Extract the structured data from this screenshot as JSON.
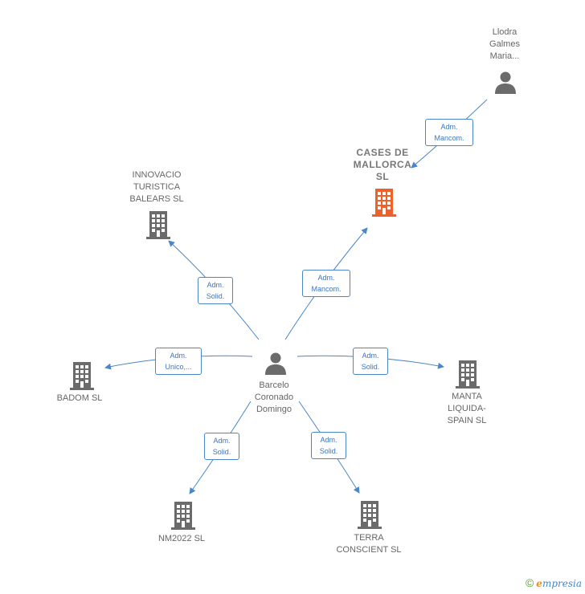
{
  "colors": {
    "edge": "#4a86c8",
    "company": "#6b6b6b",
    "focus": "#f0602a",
    "person": "#6b6b6b"
  },
  "nodes": {
    "llodra": {
      "label": "Llodra\nGalmes\nMaria...",
      "icon": "person-icon"
    },
    "cases": {
      "label": "CASES DE\nMALLORCA\nSL",
      "icon": "building-icon"
    },
    "innovacio": {
      "label": "INNOVACIO\nTURISTICA\nBALEARS SL",
      "icon": "building-icon"
    },
    "barcelo": {
      "label": "Barcelo\nCoronado\nDomingo",
      "icon": "person-icon"
    },
    "badom": {
      "label": "BADOM SL",
      "icon": "building-icon"
    },
    "manta": {
      "label": "MANTA\nLIQUIDA-\nSPAIN SL",
      "icon": "building-icon"
    },
    "nm2022": {
      "label": "NM2022 SL",
      "icon": "building-icon"
    },
    "terra": {
      "label": "TERRA\nCONSCIENT SL",
      "icon": "building-icon"
    }
  },
  "roles": {
    "llodra_cases": "Adm.\nMancom.",
    "barcelo_cases": "Adm.\nMancom.",
    "barcelo_innovacio": "Adm.\nSolid.",
    "barcelo_badom": "Adm.\nUnico,...",
    "barcelo_manta": "Adm.\nSolid.",
    "barcelo_nm2022": "Adm.\nSolid.",
    "barcelo_terra": "Adm.\nSolid."
  },
  "footer": {
    "copyright": "©",
    "brand_initial": "e",
    "brand_rest": "mpresia"
  }
}
